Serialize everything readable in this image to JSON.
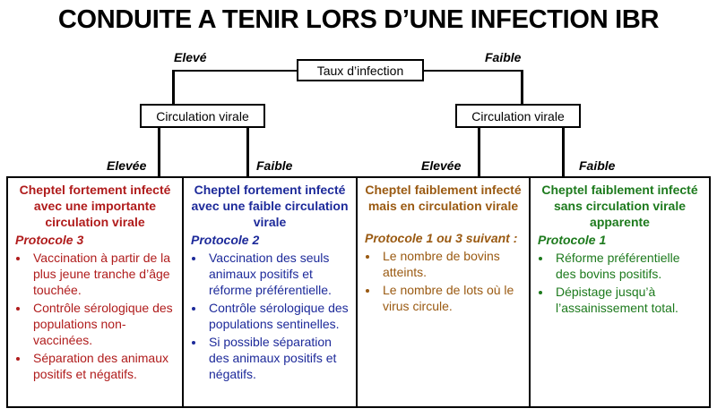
{
  "title": "CONDUITE A TENIR LORS D’UNE INFECTION IBR",
  "root": {
    "label": "Taux d’infection"
  },
  "branches": {
    "left": "Elevé",
    "right": "Faible"
  },
  "level2": {
    "left": {
      "label": "Circulation virale",
      "left_branch": "Elevée",
      "right_branch": "Faible"
    },
    "right": {
      "label": "Circulation virale",
      "left_branch": "Elevée",
      "right_branch": "Faible"
    }
  },
  "panels": [
    {
      "title": "Cheptel fortement infecté avec une importante circulation virale",
      "protocol": "Protocole 3",
      "color": "#b01c1c",
      "items": [
        "Vaccination à partir de la plus jeune tranche d’âge touchée.",
        "Contrôle sérologique des populations non-vaccinées.",
        "Séparation des animaux positifs et négatifs."
      ]
    },
    {
      "title": "Cheptel fortement infecté avec une faible circulation virale",
      "protocol": "Protocole 2",
      "color": "#1d2a9a",
      "items": [
        "Vaccination des seuls animaux positifs et réforme préférentielle.",
        "Contrôle sérologique des populations sentinelles.",
        "Si possible séparation des animaux positifs et négatifs."
      ]
    },
    {
      "title": "Cheptel faiblement infecté mais en circulation virale",
      "protocol": "Protocole 1 ou 3 suivant :",
      "color": "#9a5a12",
      "items": [
        "Le nombre de bovins atteints.",
        "Le nombre de lots où le virus circule."
      ]
    },
    {
      "title": "Cheptel faiblement infecté sans circulation virale apparente",
      "protocol": "Protocole 1",
      "color": "#1d7a1d",
      "items": [
        "Réforme préférentielle des bovins positifs.",
        "Dépistage jusqu’à l’assainissement total."
      ]
    }
  ]
}
